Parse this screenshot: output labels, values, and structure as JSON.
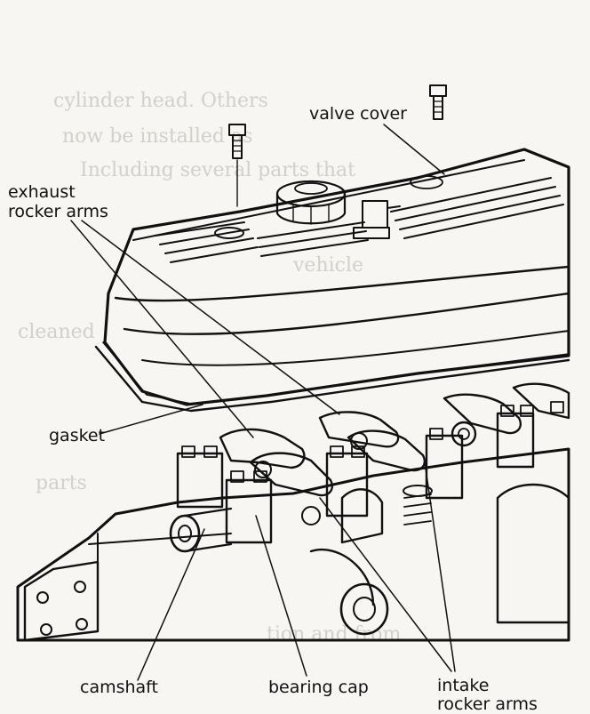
{
  "labels": {
    "valve_cover": "valve cover",
    "exhaust_line1": "exhaust",
    "exhaust_line2": "rocker arms",
    "gasket": "gasket",
    "camshaft": "camshaft",
    "bearing_cap": "bearing cap",
    "intake_line1": "intake",
    "intake_line2": "rocker arms"
  }
}
